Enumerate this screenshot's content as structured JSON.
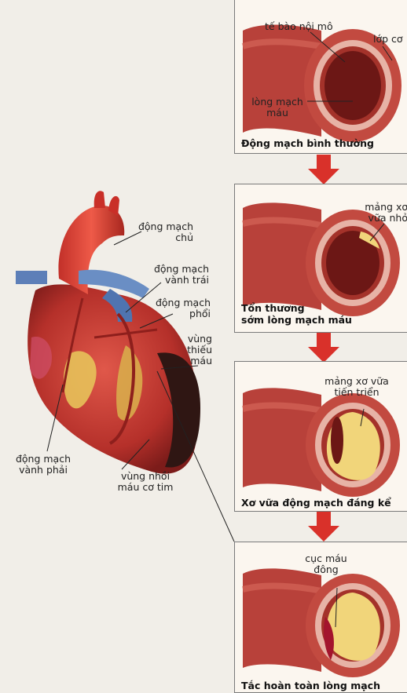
{
  "heart": {
    "labels": {
      "aorta": [
        "động mạch",
        "chủ"
      ],
      "left_coronary": [
        "động mạch",
        "vành trái"
      ],
      "pulmonary": [
        "động mạch",
        "phổi"
      ],
      "ischemia": [
        "vùng",
        "thiếu",
        "máu"
      ],
      "right_coronary": [
        "động mạch",
        "vành phải"
      ],
      "infarct": [
        "vùng nhồi",
        "máu cơ tim"
      ]
    }
  },
  "panels": [
    {
      "caption": [
        "Động mạch bình thường"
      ],
      "labels": {
        "endothelium": "tế bào nội mô",
        "muscle": "lớp cơ",
        "lumen": [
          "lòng mạch",
          "máu"
        ]
      }
    },
    {
      "caption": [
        "Tổn thương",
        "sớm lòng mạch máu"
      ],
      "labels": {
        "plaque": [
          "mảng xơ",
          "vữa nhỏ"
        ]
      }
    },
    {
      "caption": [
        "Xơ vữa động mạch đáng kể"
      ],
      "labels": {
        "plaque": [
          "mảng xơ vữa",
          "tiến triển"
        ]
      }
    },
    {
      "caption": [
        "Tắc hoàn toàn lòng mạch"
      ],
      "labels": {
        "clot": [
          "cục máu",
          "đông"
        ]
      }
    }
  ],
  "colors": {
    "arrow": "#d9312a",
    "vessel": "#b8413a",
    "plaque": "#f1d57a",
    "clot": "#a3142d"
  }
}
